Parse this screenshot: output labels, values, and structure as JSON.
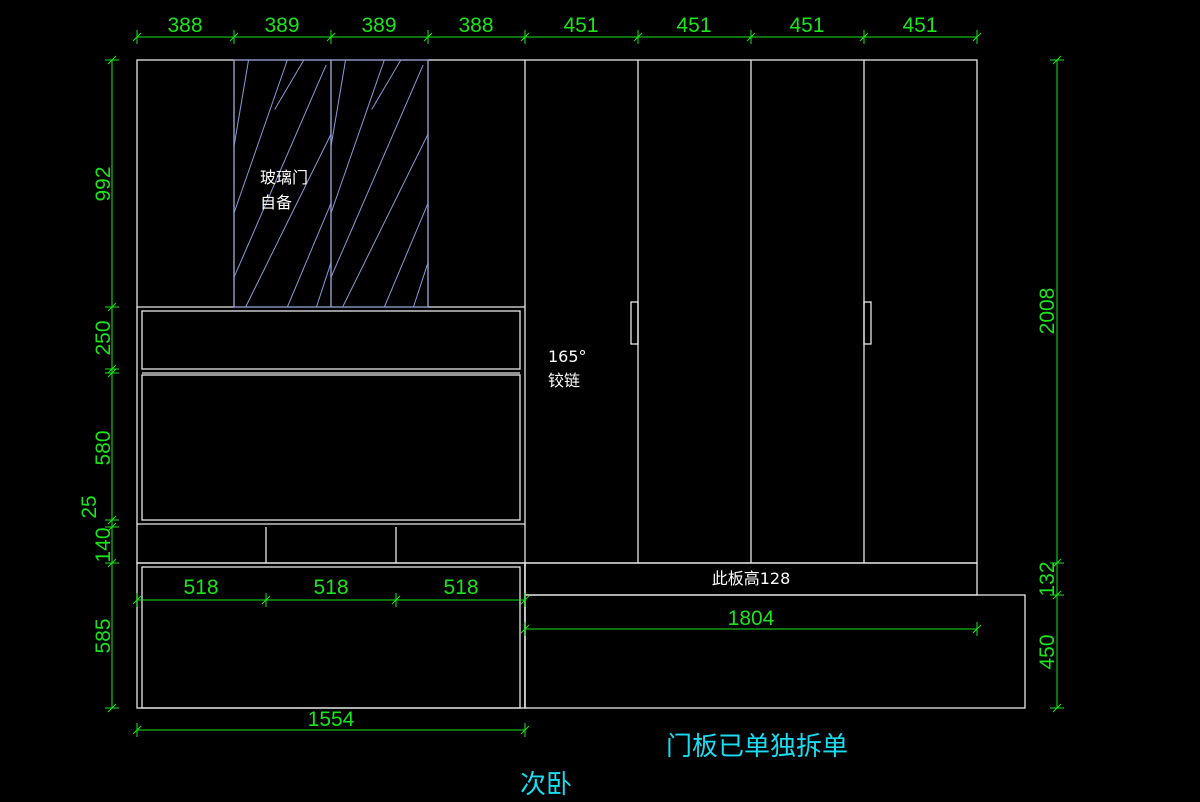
{
  "top_dims": [
    "388",
    "389",
    "389",
    "388",
    "451",
    "451",
    "451",
    "451"
  ],
  "left_dims": [
    "992",
    "250",
    "580",
    "25",
    "140",
    "585"
  ],
  "right_dims": [
    "2008",
    "132",
    "450"
  ],
  "drawer_dims": [
    "518",
    "518",
    "518"
  ],
  "bench_width": "1804",
  "base_width": "1554",
  "notes": {
    "glass_line1": "玻璃门",
    "glass_line2": "自备",
    "hinge_line1": "165°",
    "hinge_line2": "铰链",
    "panel_height": "此板高128"
  },
  "captions": {
    "door_note": "门板已单独拆单",
    "room": "次卧"
  },
  "colors": {
    "dimension": "#19e619",
    "outline": "#e8e8e8",
    "glass": "#8a9ad8",
    "caption": "#19dcf0"
  }
}
